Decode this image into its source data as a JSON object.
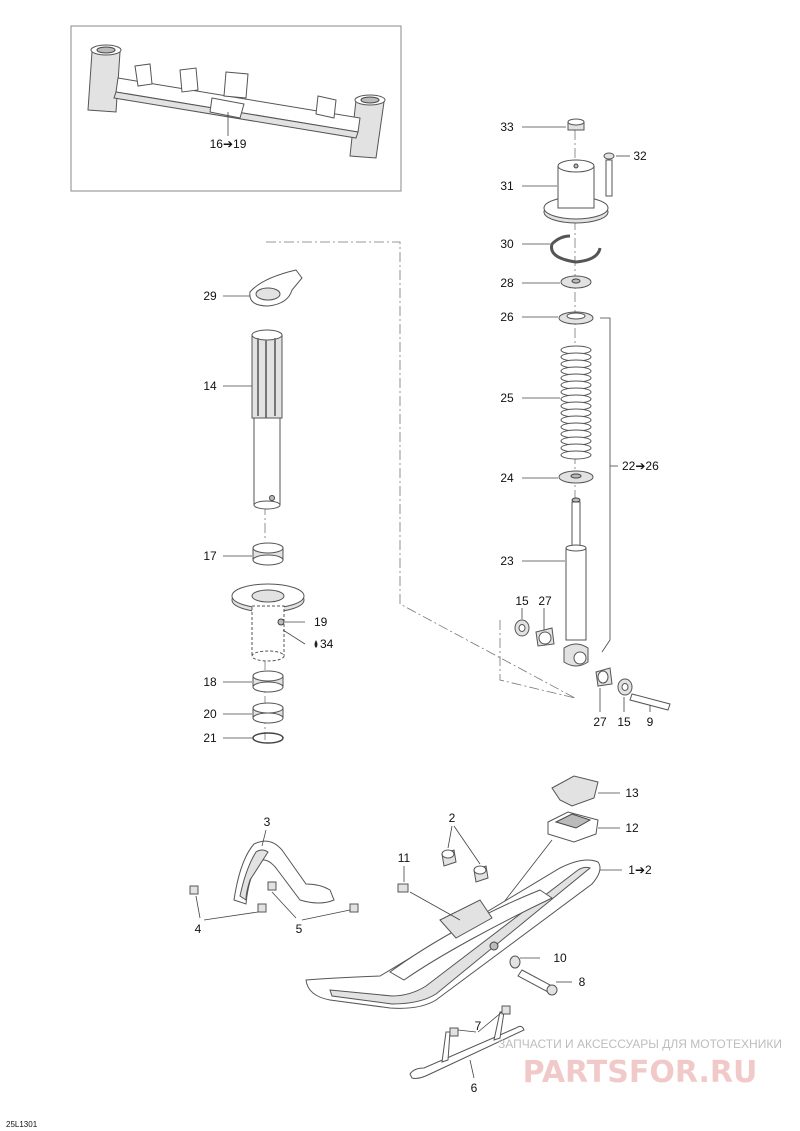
{
  "diagram": {
    "callouts": {
      "c1_2": "1➔2",
      "c2": "2",
      "c3": "3",
      "c4": "4",
      "c5": "5",
      "c6": "6",
      "c7": "7",
      "c8": "8",
      "c9": "9",
      "c10": "10",
      "c11": "11",
      "c12": "12",
      "c13": "13",
      "c14": "14",
      "c15a": "15",
      "c15b": "15",
      "c16_19": "16➔19",
      "c17": "17",
      "c18": "18",
      "c19": "19",
      "c20": "20",
      "c21": "21",
      "c22_26": "22➔26",
      "c23": "23",
      "c24": "24",
      "c25": "25",
      "c26": "26",
      "c27a": "27",
      "c27b": "27",
      "c28": "28",
      "c29": "29",
      "c30": "30",
      "c31": "31",
      "c32": "32",
      "c33": "33",
      "c34": "34"
    },
    "drawing_code": "25L1301"
  },
  "watermark": {
    "line1": "ЗАПЧАСТИ И АКСЕССУАРЫ ДЛЯ МОТОТЕХНИКИ",
    "line2": "PARTSFOR.RU"
  }
}
